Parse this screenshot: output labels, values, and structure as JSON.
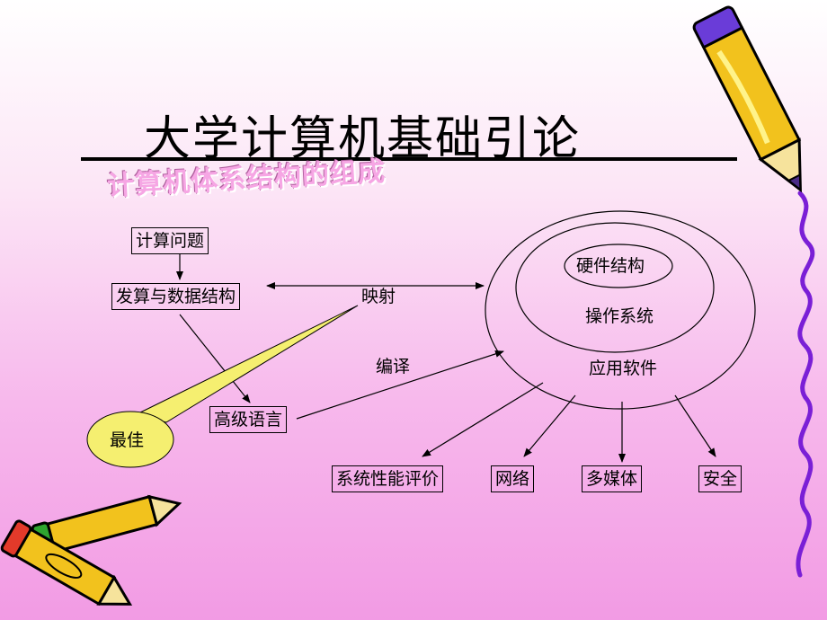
{
  "slide": {
    "title": "大学计算机基础引论",
    "subtitle": "计算机体系结构的组成"
  },
  "diagram": {
    "left_nodes": {
      "problem": "计算问题",
      "algorithm": "发算与数据结构",
      "language": "高级语言"
    },
    "edge_labels": {
      "mapping": "映射",
      "compile": "编译"
    },
    "callout": "最佳",
    "rings": {
      "inner": "硬件结构",
      "middle": "操作系统",
      "outer": "应用软件"
    },
    "bottom_nodes": [
      "系统性能评价",
      "网络",
      "多媒体",
      "安全"
    ]
  },
  "colors": {
    "callout_fill": "#f5ef70",
    "pencil_body": "#f2c21d",
    "pencil_outline": "#000000",
    "squiggle": "#7a1fd6",
    "pencil_top_cap": "#6a3cd8"
  },
  "icons": {
    "top_right": "pencil-icon",
    "bottom_left": "crossed-pencils-icon",
    "right_edge": "purple-squiggle-line"
  }
}
